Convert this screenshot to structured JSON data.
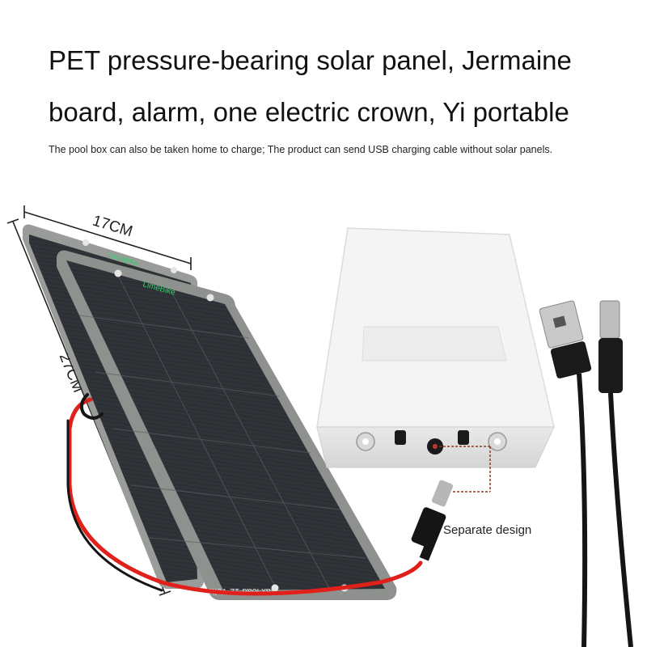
{
  "headline": {
    "line1": "PET pressure-bearing solar panel, Jermaine",
    "line2": "board, alarm, one electric crown, Yi portable"
  },
  "subline": "The pool box can also be taken home to charge; The product can send USB charging cable without solar panels.",
  "dimensions": {
    "width_label": "17CM",
    "height_label": "27CM"
  },
  "panel": {
    "brand": "LimeBike",
    "back_label": "Max load 12 Volts"
  },
  "callout": {
    "text": "Separate design"
  },
  "colors": {
    "panel": "#2a2d31",
    "frame": "#8f918e",
    "brand": "#2fd06a",
    "cable_red": "#e0201b",
    "cable_black": "#151515",
    "box": "#f2f2f2"
  }
}
